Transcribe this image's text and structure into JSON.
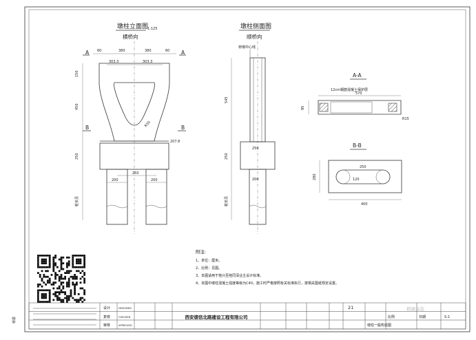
{
  "drawing": {
    "elevation_title": "墩柱立面图",
    "elevation_scale": "1:125",
    "elevation_subtitle": "横桥向",
    "side_title": "墩柱侧面图",
    "side_subtitle": "顺桥向",
    "section_a_title": "A-A",
    "section_b_title": "B-B",
    "cut_label_a": "A",
    "cut_label_b": "B",
    "side_top_label": "桥墩中心线"
  },
  "dimensions": {
    "top_left": "60",
    "top_mid1": "380",
    "top_mid2": "380",
    "top_right": "60",
    "inner_left": "303.3",
    "inner_right": "303.3",
    "height_cap": "150",
    "height_shaft": "450",
    "height_base": "250",
    "pile_width_left": "200",
    "pile_width_right": "200",
    "pile_gap": "250",
    "base_right": "207.8",
    "radius_note": "R50",
    "side_height": "545",
    "side_base_width": "250",
    "side_pile": "200",
    "sec_a_width": "570",
    "sec_a_height": "95",
    "sec_a_note": "R15",
    "sec_b_width": "400",
    "sec_b_height": "280",
    "sec_b_inner": "120",
    "sec_b_sub": "250",
    "pile_note": "桩长见",
    "sec_a_callout": "12cm钢筋混凝土保护层"
  },
  "notes": {
    "heading": "附注:",
    "lines": [
      "1、单位：厘米。",
      "2、比例：见图。",
      "3、本图适用于桂兴至桂同深业主设计标准。",
      "4、本图中墩柱混凝土强度等级为C40，施工时严格按照有关标准执行，按相关图纸规定设置。"
    ]
  },
  "title_block": {
    "company": "西安德信北路建设工程有限公司",
    "row_labels_left": [
      "设计",
      "复核",
      "审核"
    ],
    "row_labels_en": [
      "DESIGNED",
      "CHECKED",
      "APPROVED"
    ],
    "drawing_name": "墩柱一般构造图",
    "sheet": "S-1",
    "scale_label": "比例",
    "date_label": "日期",
    "sheet_no": "21",
    "watermark": "桥梁杂志",
    "side_stamp": "桥梁"
  }
}
